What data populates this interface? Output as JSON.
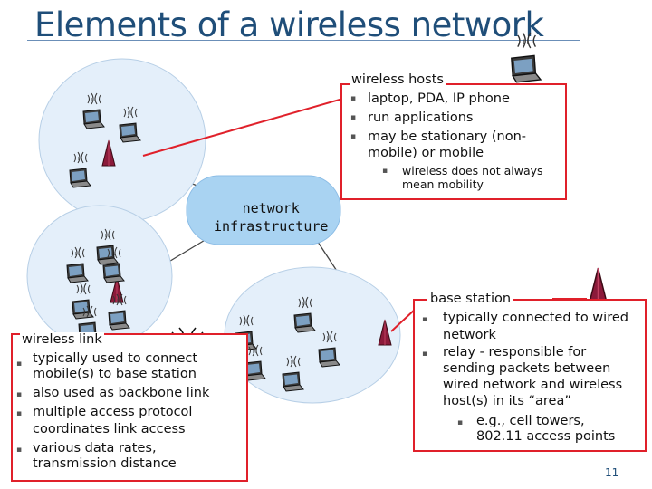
{
  "slide": {
    "title": "Elements of a wireless network",
    "number": "11"
  },
  "cloud_label": [
    "network",
    "infrastructure"
  ],
  "wireless_hosts": {
    "heading": "wireless hosts",
    "bullets": [
      "laptop, PDA, IP phone",
      "run applications",
      "may be stationary (non-",
      "mobile) or mobile"
    ],
    "sub_bullet": [
      "wireless does not always",
      "mean mobility"
    ]
  },
  "wireless_link": {
    "heading": "wireless link",
    "bullets": [
      "typically used to connect",
      "mobile(s) to base station",
      "also used as backbone link",
      "multiple access protocol",
      "coordinates link access",
      "various data rates,",
      "transmission distance"
    ]
  },
  "base_station": {
    "heading": "base station",
    "bullets": [
      "typically connected to wired",
      "network",
      "relay - responsible for",
      "sending packets between",
      "wired network and wireless",
      "host(s) in its “area”"
    ],
    "sub_bullet": [
      "e.g., cell towers,",
      "802.11 access points"
    ]
  },
  "icons": {
    "laptop": "laptop-icon",
    "tower": "base-station-icon",
    "waves": "radio-waves-icon"
  },
  "colors": {
    "title": "#1f4e79",
    "cloud": "#a9d3f2",
    "cell": "#e4effa",
    "callout": "#e0202a",
    "tower": "#8b1a3a"
  }
}
